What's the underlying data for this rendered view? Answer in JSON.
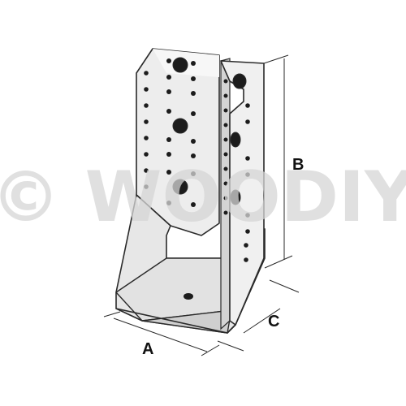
{
  "watermark": {
    "text": "© WOODIY"
  },
  "dimensions": {
    "a": "A",
    "b": "B",
    "c": "C"
  },
  "colors": {
    "steel_light": "#f3f3f3",
    "steel_mid": "#e2e2e2",
    "steel_dark": "#c9c9c9",
    "outline": "#2a2a2a",
    "hole": "#1c1c1c",
    "watermark": "#d6d6d6"
  }
}
